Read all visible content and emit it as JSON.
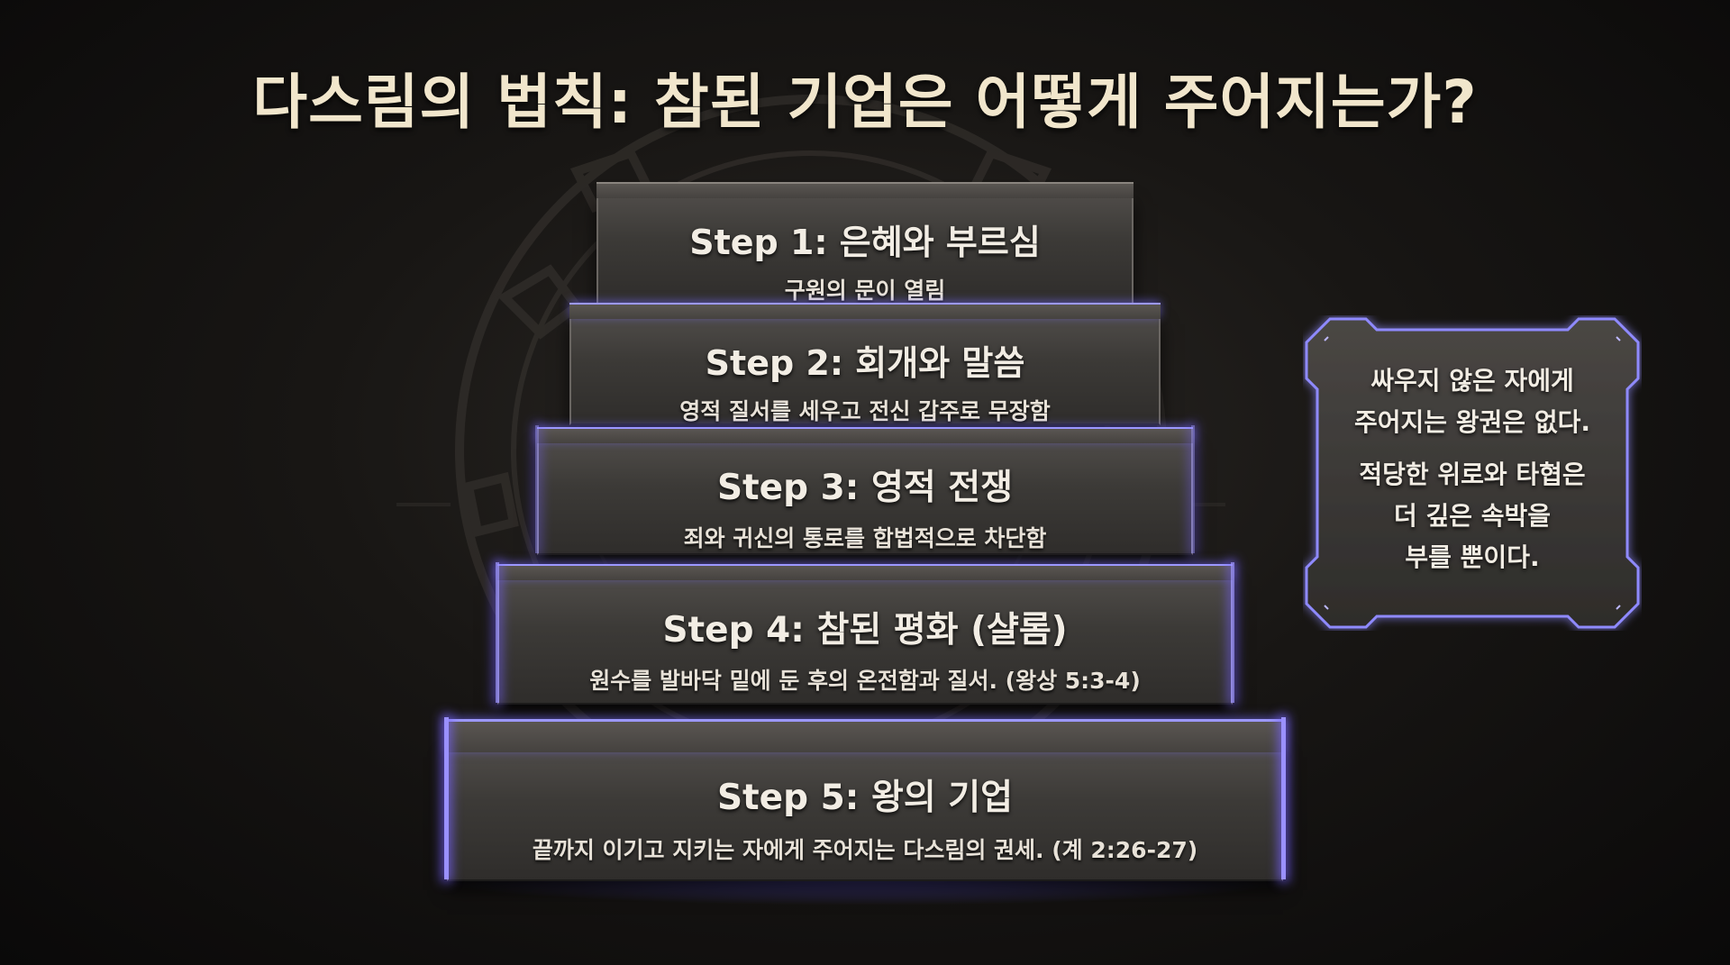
{
  "title": "다스림의 법칙: 참된 기업은 어떻게 주어지는가?",
  "steps": [
    {
      "title": "Step 1: 은혜와 부르심",
      "subtitle": "구원의 문이 열림"
    },
    {
      "title": "Step 2: 회개와 말씀",
      "subtitle": "영적 질서를 세우고 전신 갑주로 무장함"
    },
    {
      "title": "Step 3: 영적 전쟁",
      "subtitle": "죄와 귀신의 통로를 합법적으로 차단함"
    },
    {
      "title": "Step 4: 참된 평화 (샬롬)",
      "subtitle": "원수를 발바닥 밑에 둔 후의 온전함과 질서. (왕상 5:3-4)"
    },
    {
      "title": "Step 5: 왕의 기업",
      "subtitle": "끝까지 이기고 지키는 자에게 주어지는 다스림의 권세. (계 2:26-27)"
    }
  ],
  "note": {
    "lines_a": [
      "싸우지 않은 자에게",
      "주어지는 왕권은 없다."
    ],
    "lines_b": [
      "적당한 위로와 타협은",
      "더 깊은 속박을",
      "부를 뿐이다."
    ]
  },
  "colors": {
    "title": "#f1e6cc",
    "glow": "#9a90ff",
    "stone": "#3c3a37"
  }
}
